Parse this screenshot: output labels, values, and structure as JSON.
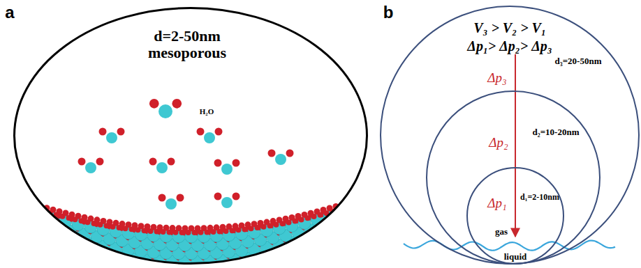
{
  "diagram": {
    "nodes": [
      {
        "text": [
          "d=2-50nm mesoporous",
          "H₂O"
        ]
      },
      {
        "text": [
          "V₃ > V₂ > V₁",
          "Δp₁> Δp₂> Δp₃",
          "Δp₃",
          "d₃=20-50nm"
        ]
      },
      {
        "text": [
          "Δp₂",
          "d₂=10-20nm"
        ],
        "in": 1
      },
      {
        "text": [
          "Δp₁",
          "d₁=2-10nm"
        ],
        "in": 2
      }
    ],
    "labels": [
      "a",
      "b",
      "gas",
      "liquid"
    ]
  }
}
